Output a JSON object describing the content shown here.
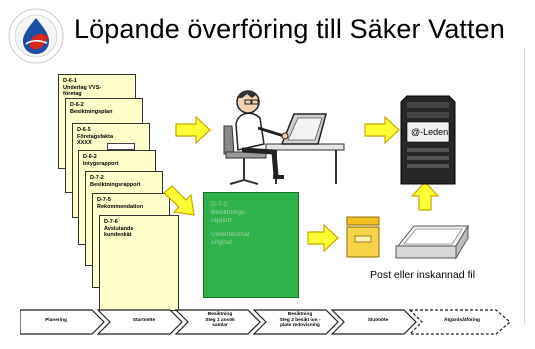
{
  "title": "Löpande överföring till Säker Vatten",
  "documents": [
    {
      "code": "D-6-1",
      "lines": [
        "Underlag VVS-",
        "företag"
      ]
    },
    {
      "code": "D-6-2",
      "lines": [
        "Besiktningsplan"
      ]
    },
    {
      "code": "D-6-5",
      "lines": [
        "Företagsfakta",
        "XXXX"
      ]
    },
    {
      "code": "D-6-2",
      "lines": [
        "Intygsrapport"
      ]
    },
    {
      "code": "D-7-2",
      "lines": [
        "Besiktningsrapport"
      ]
    },
    {
      "code": "D-7-5",
      "lines": [
        "Rekommendation"
      ]
    },
    {
      "code": "D-7-6",
      "lines": [
        "Avslutande",
        "kundenkät"
      ]
    }
  ],
  "green_document": {
    "code": "D-7-2",
    "lines": [
      "Besiktnings-",
      "rapport"
    ],
    "extra": [
      "Undertecknat",
      "original"
    ]
  },
  "server_label": "@-Leden",
  "post_label": "Post eller inskannad fil",
  "process_steps": [
    {
      "lines": [
        "Planering"
      ]
    },
    {
      "lines": [
        "Startmöte"
      ]
    },
    {
      "lines": [
        "Besiktning",
        "Steg 1 ansök",
        "samlar"
      ]
    },
    {
      "lines": [
        "Besiktning",
        "Steg 2 besikt ion -",
        "plats redovisning"
      ]
    },
    {
      "lines": [
        "Slutmöte"
      ]
    },
    {
      "lines": [
        "Åtgärdsåtföring"
      ]
    }
  ],
  "colors": {
    "document_fill": "#ffffcc",
    "green_document": "#2fb24a",
    "arrow_fill": "#ffff33",
    "arrow_stroke": "#c8a800",
    "logo_red": "#d9261c",
    "logo_blue": "#1a4fa3"
  }
}
